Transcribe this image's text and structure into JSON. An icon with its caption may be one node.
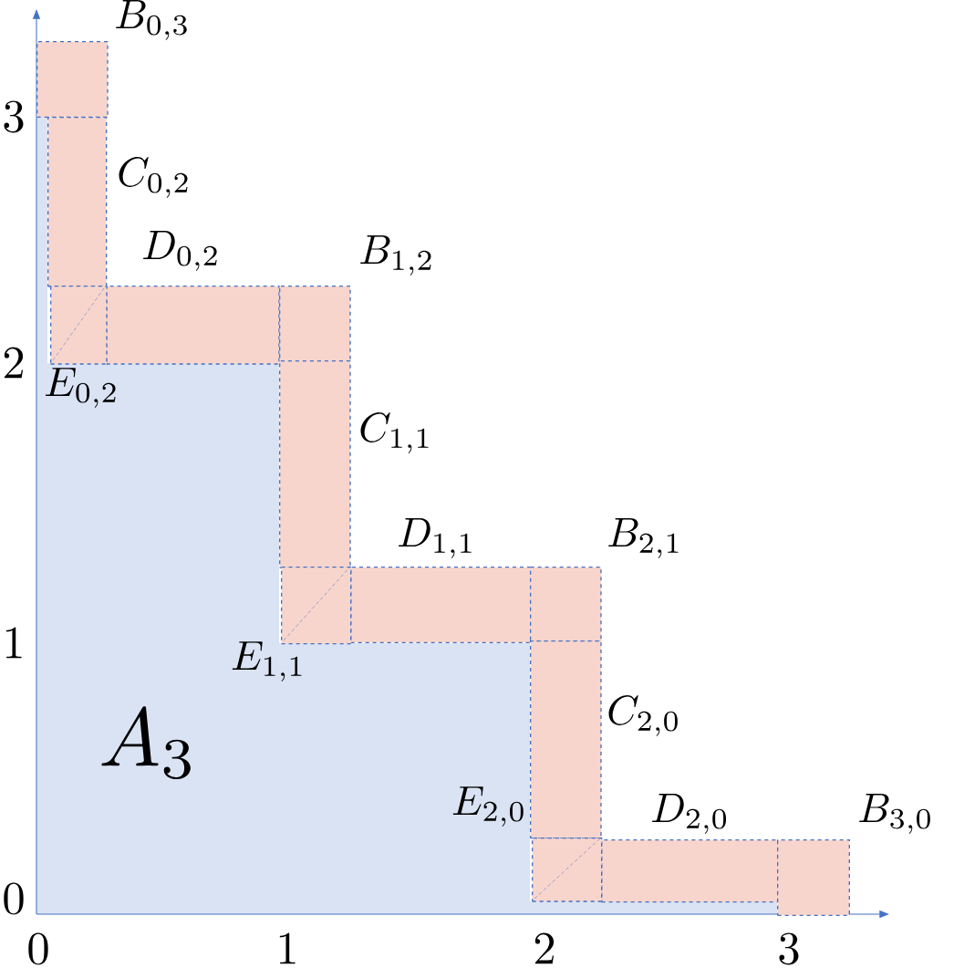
{
  "diagram": {
    "nodes": [
      {
        "text": [
          "A_3"
        ]
      },
      {
        "text": [
          "B_{0,3}"
        ]
      },
      {
        "text": [
          "C_{0,2}"
        ]
      },
      {
        "text": [
          "D_{0,2}"
        ]
      },
      {
        "text": [
          "B_{1,2}"
        ]
      },
      {
        "text": [
          "E_{0,2}"
        ]
      },
      {
        "text": [
          "C_{1,1}"
        ]
      },
      {
        "text": [
          "D_{1,1}"
        ]
      },
      {
        "text": [
          "B_{2,1}"
        ]
      },
      {
        "text": [
          "E_{1,1}"
        ]
      },
      {
        "text": [
          "C_{2,0}"
        ]
      },
      {
        "text": [
          "D_{2,0}"
        ]
      },
      {
        "text": [
          "B_{3,0}"
        ]
      },
      {
        "text": [
          "E_{2,0}"
        ]
      }
    ],
    "labels": [
      "3",
      "2",
      "1",
      "0",
      "0",
      "1",
      "2",
      "3"
    ]
  }
}
